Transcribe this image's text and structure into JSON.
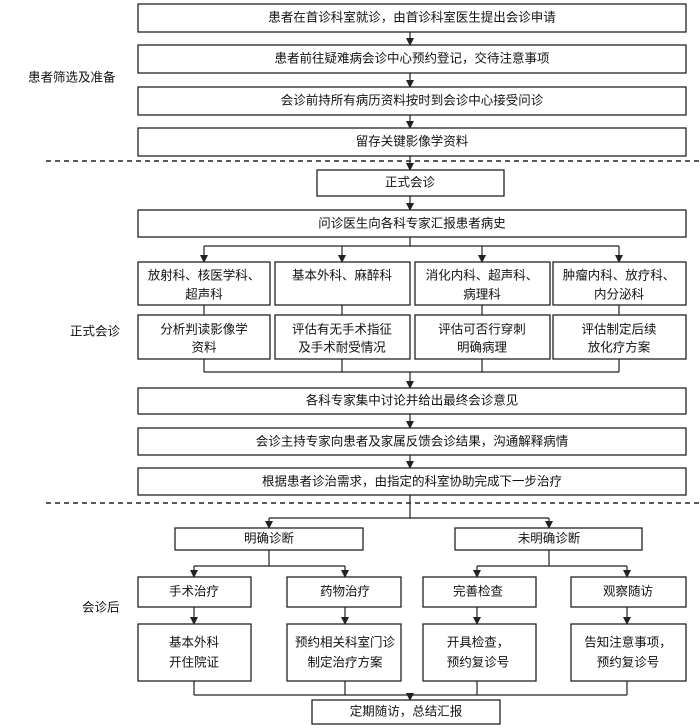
{
  "sections": {
    "prep": "患者筛选及准备",
    "formal": "正式会诊",
    "after": "会诊后"
  },
  "prep_steps": [
    "患者在首诊科室就诊，由首诊科室医生提出会诊申请",
    "患者前往疑难病会诊中心预约登记，交待注意事项",
    "会诊前持所有病历资料按时到会诊中心接受问诊",
    "留存关键影像学资料"
  ],
  "formal_start": "正式会诊",
  "report": "问诊医生向各科专家汇报患者病史",
  "departments": [
    {
      "name": [
        "放射科、核医学科、",
        "超声科"
      ],
      "task": [
        "分析判读影像学",
        "资料"
      ]
    },
    {
      "name": [
        "基本外科、麻醉科",
        ""
      ],
      "task": [
        "评估有无手术指征",
        "及手术耐受情况"
      ]
    },
    {
      "name": [
        "消化内科、超声科、",
        "病理科"
      ],
      "task": [
        "评估可否行穿刺",
        "明确病理"
      ]
    },
    {
      "name": [
        "肿瘤内科、放疗科、",
        "内分泌科"
      ],
      "task": [
        "评估制定后续",
        "放化疗方案"
      ]
    }
  ],
  "discussion": "各科专家集中讨论并给出最终会诊意见",
  "feedback": "会诊主持专家向患者及家属反馈会诊结果，沟通解释病情",
  "next_step": "根据患者诊治需求，由指定的科室协助完成下一步治疗",
  "diagnosis": [
    "明确诊断",
    "未明确诊断"
  ],
  "treatments": [
    {
      "label": "手术治疗",
      "action": [
        "基本外科",
        "开住院证"
      ]
    },
    {
      "label": "药物治疗",
      "action": [
        "预约相关科室门诊",
        "制定治疗方案"
      ]
    },
    {
      "label": "完善检查",
      "action": [
        "开具检查，",
        "预约复诊号"
      ]
    },
    {
      "label": "观察随访",
      "action": [
        "告知注意事项，",
        "预约复诊号"
      ]
    }
  ],
  "final": "定期随访，总结汇报"
}
